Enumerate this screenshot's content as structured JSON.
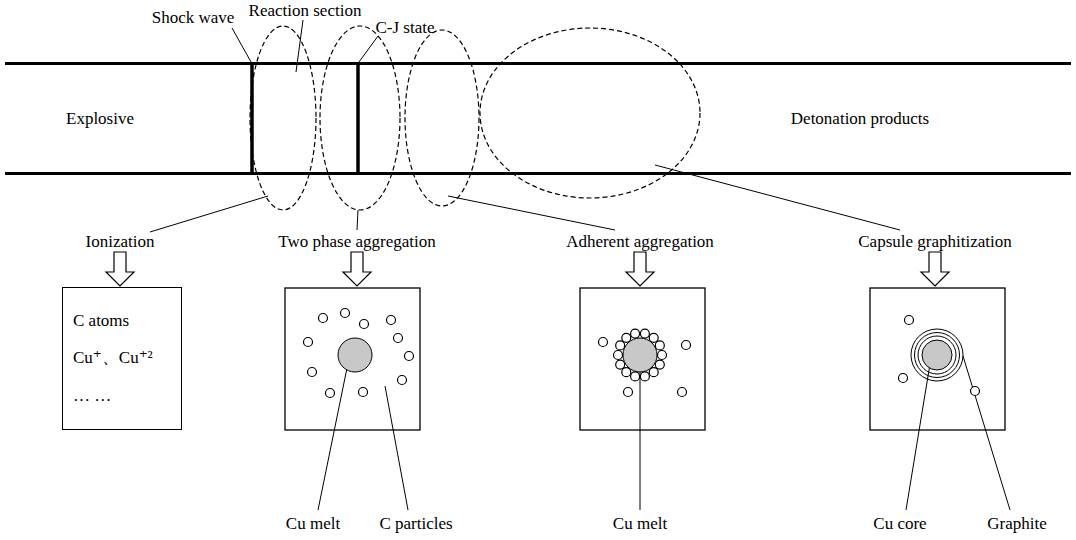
{
  "diagram": {
    "nodes": [
      {
        "text": [
          "Explosive",
          "Detonation products"
        ]
      },
      {
        "text": [
          "C atoms",
          "Cu⁺、Cu⁺²",
          "… …"
        ]
      }
    ],
    "labels": [
      "Shock wave",
      "Reaction section",
      "C-J state",
      "Ionization",
      "Two phase aggregation",
      "Adherent aggregation",
      "Capsule graphitization",
      "Cu melt",
      "C particles",
      "Cu melt",
      "Cu core",
      "Graphite"
    ]
  }
}
